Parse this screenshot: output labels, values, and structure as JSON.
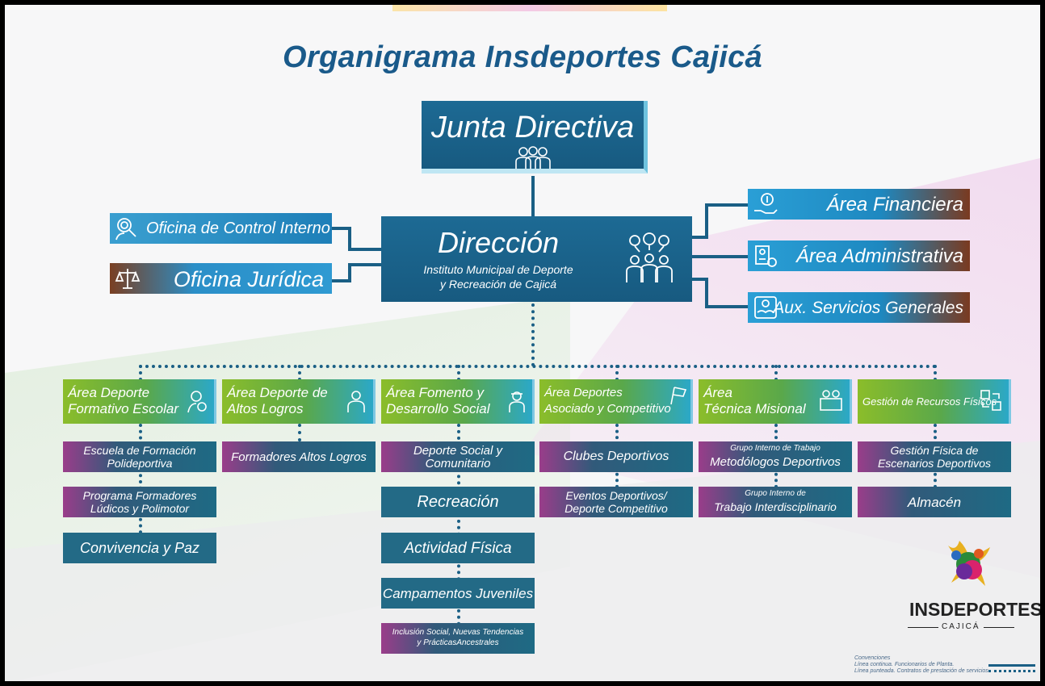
{
  "title": "Organigrama Insdeportes Cajicá",
  "junta": {
    "label": "Junta Directiva"
  },
  "direccion": {
    "title": "Dirección",
    "sub1": "Instituto Municipal de Deporte",
    "sub2": "y Recreación de Cajicá"
  },
  "left_offices": [
    {
      "label": "Oficina de Control Interno"
    },
    {
      "label": "Oficina Jurídica"
    }
  ],
  "right_areas": [
    {
      "label": "Área Financiera"
    },
    {
      "label": "Área Administrativa"
    },
    {
      "label": "Aux. Servicios Generales"
    }
  ],
  "columns": [
    {
      "l1": "Área Deporte",
      "l2": "Formativo Escolar",
      "subs": [
        "Escuela de Formación Polideportiva",
        "Programa Formadores Lúdicos y Polimotor",
        "Convivencia y Paz"
      ]
    },
    {
      "l1": "Área Deporte de",
      "l2": "Altos Logros",
      "subs": [
        "Formadores Altos Logros"
      ]
    },
    {
      "l1": "Área Fomento y",
      "l2": "Desarrollo Social",
      "subs": [
        "Deporte Social y Comunitario",
        "Recreación",
        "Actividad Física",
        "Campamentos Juveniles",
        "Inclusión Social, Nuevas Tendencias y PrácticasAncestrales"
      ]
    },
    {
      "l1": "Área Deportes",
      "l2": "Asociado y Competitivo",
      "subs": [
        "Clubes Deportivos",
        "Eventos Deportivos/ Deporte Competitivo"
      ]
    },
    {
      "l1": "Área",
      "l2": "Técnica Misional",
      "subs": [
        "Grupo Interno de Trabajo",
        "Metodólogos Deportivos",
        "Grupo Interno de",
        "Trabajo Interdisciplinario"
      ]
    },
    {
      "l1": "Gestión de Recursos Físicos",
      "l2": "",
      "subs": [
        "Gestión Física de Escenarios Deportivos",
        "Almacén"
      ]
    }
  ],
  "sub_lines": {
    "c0s0a": "Escuela de Formación",
    "c0s0b": "Polideportiva",
    "c0s1a": "Programa Formadores",
    "c0s1b": "Lúdicos y Polimotor",
    "c2s0a": "Deporte Social y",
    "c2s0b": "Comunitario",
    "c2s4a": "Inclusión Social, Nuevas Tendencias",
    "c2s4b": "y PrácticasAncestrales",
    "c3s1a": "Eventos Deportivos/",
    "c3s1b": "Deporte Competitivo",
    "c5s0a": "Gestión Física de",
    "c5s0b": "Escenarios Deportivos"
  },
  "logo": {
    "name": "INSDEPORTES",
    "sub": "CAJICÁ"
  },
  "legend": {
    "title": "Convenciones",
    "solid": "Línea continua. Funcionarios de Planta.",
    "dotted": "Línea punteada. Contratos de prestación de servicios."
  },
  "colors": {
    "primary": "#1a5a8a",
    "green": "#8bbd2a",
    "magenta": "#9a3d8a",
    "brown": "#7a3a20"
  }
}
